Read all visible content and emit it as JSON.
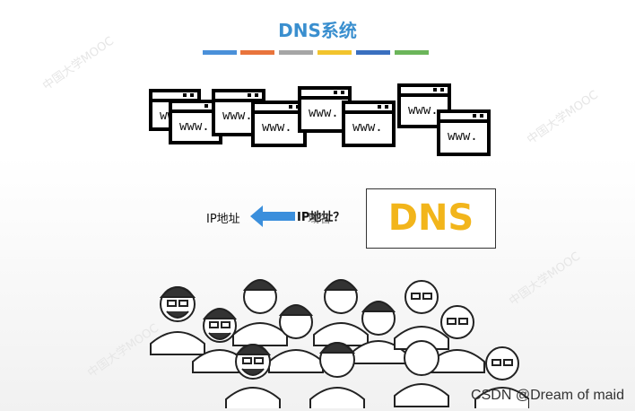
{
  "slide": {
    "title": "DNS系统",
    "color_bars": [
      "#4a90d9",
      "#e9743c",
      "#a6a6a6",
      "#f2c42d",
      "#3a6fbf",
      "#6bb55a"
    ]
  },
  "windows": {
    "label": "www."
  },
  "flow": {
    "source": "IP地址",
    "query": "IP地址？",
    "query_overlap": "域名",
    "arrow_color": "#3b8fdc"
  },
  "dns_box": {
    "label": "DNS",
    "color": "#f2b51b"
  },
  "watermark": {
    "text": "CSDN @Dream of maid"
  }
}
